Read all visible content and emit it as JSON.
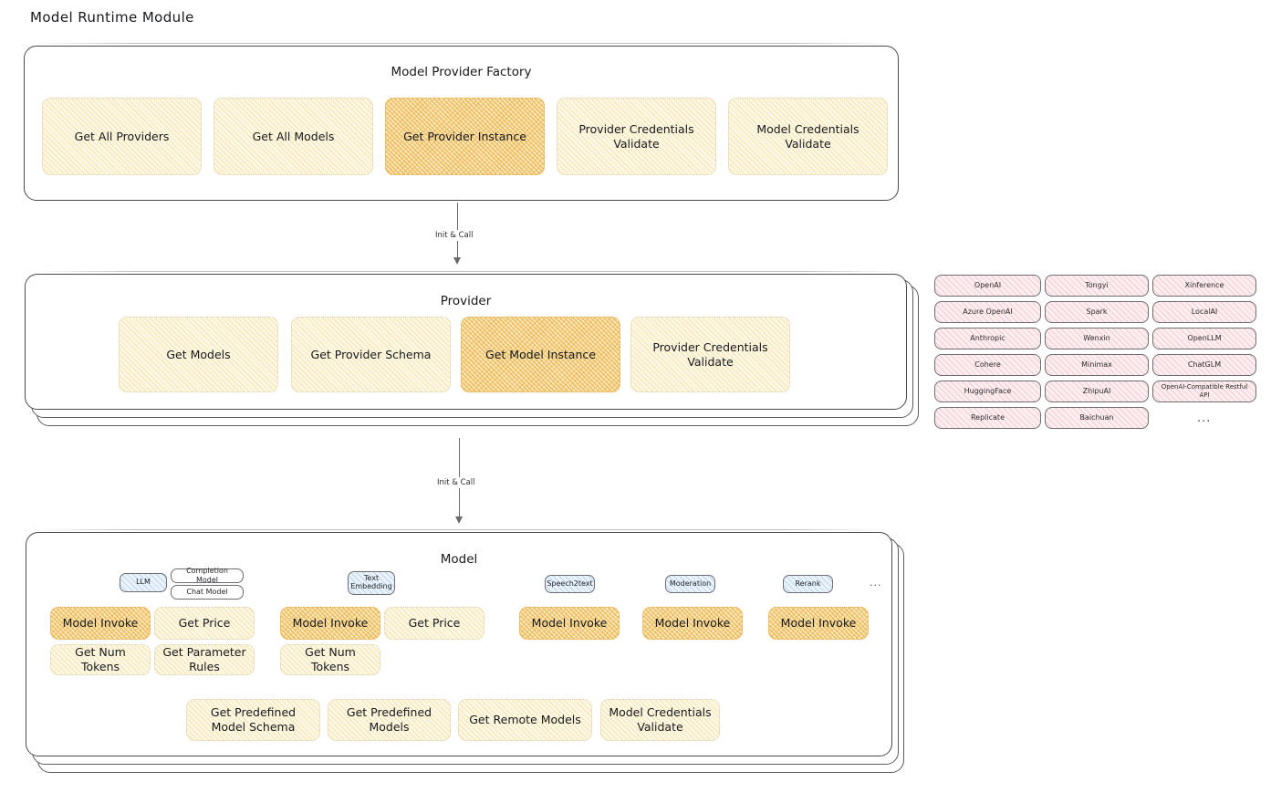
{
  "page": {
    "title": "Model Runtime Module"
  },
  "factory": {
    "title": "Model Provider Factory",
    "methods": [
      {
        "label": "Get All Providers",
        "highlight": false
      },
      {
        "label": "Get All Models",
        "highlight": false
      },
      {
        "label": "Get Provider Instance",
        "highlight": true
      },
      {
        "label": "Provider Credentials Validate",
        "highlight": false
      },
      {
        "label": "Model Credentials Validate",
        "highlight": false
      }
    ]
  },
  "arrow1": {
    "label": "Init & Call"
  },
  "provider": {
    "title": "Provider",
    "methods": [
      {
        "label": "Get Models",
        "highlight": false
      },
      {
        "label": "Get Provider Schema",
        "highlight": false
      },
      {
        "label": "Get Model Instance",
        "highlight": true
      },
      {
        "label": "Provider Credentials Validate",
        "highlight": false
      }
    ]
  },
  "arrow2": {
    "label": "Init & Call"
  },
  "provider_list": {
    "columns": [
      [
        "OpenAI",
        "Azure OpenAI",
        "Anthropic",
        "Cohere",
        "HuggingFace",
        "Replicate"
      ],
      [
        "Tongyi",
        "Spark",
        "Wenxin",
        "Minimax",
        "ZhipuAI",
        "Baichuan"
      ],
      [
        "Xinference",
        "LocalAI",
        "OpenLLM",
        "ChatGLM",
        "OpenAI-Compatible Restful API"
      ]
    ],
    "more": "..."
  },
  "model": {
    "title": "Model",
    "more": "...",
    "types": [
      {
        "name": "LLM",
        "subtypes": [
          "Completion Model",
          "Chat Model"
        ],
        "methods": [
          {
            "label": "Model Invoke",
            "highlight": true
          },
          {
            "label": "Get Price",
            "highlight": false
          },
          {
            "label": "Get Num Tokens",
            "highlight": false
          },
          {
            "label": "Get Parameter Rules",
            "highlight": false
          }
        ]
      },
      {
        "name": "Text Embedding",
        "subtypes": [],
        "methods": [
          {
            "label": "Model Invoke",
            "highlight": true
          },
          {
            "label": "Get Price",
            "highlight": false
          },
          {
            "label": "Get Num Tokens",
            "highlight": false
          }
        ]
      },
      {
        "name": "Speech2text",
        "subtypes": [],
        "methods": [
          {
            "label": "Model Invoke",
            "highlight": true
          }
        ]
      },
      {
        "name": "Moderation",
        "subtypes": [],
        "methods": [
          {
            "label": "Model Invoke",
            "highlight": true
          }
        ]
      },
      {
        "name": "Rerank",
        "subtypes": [],
        "methods": [
          {
            "label": "Model Invoke",
            "highlight": true
          }
        ]
      }
    ],
    "shared_methods": [
      {
        "label": "Get Predefined Model Schema"
      },
      {
        "label": "Get Predefined Models"
      },
      {
        "label": "Get Remote Models"
      },
      {
        "label": "Model Credentials Validate"
      }
    ]
  }
}
